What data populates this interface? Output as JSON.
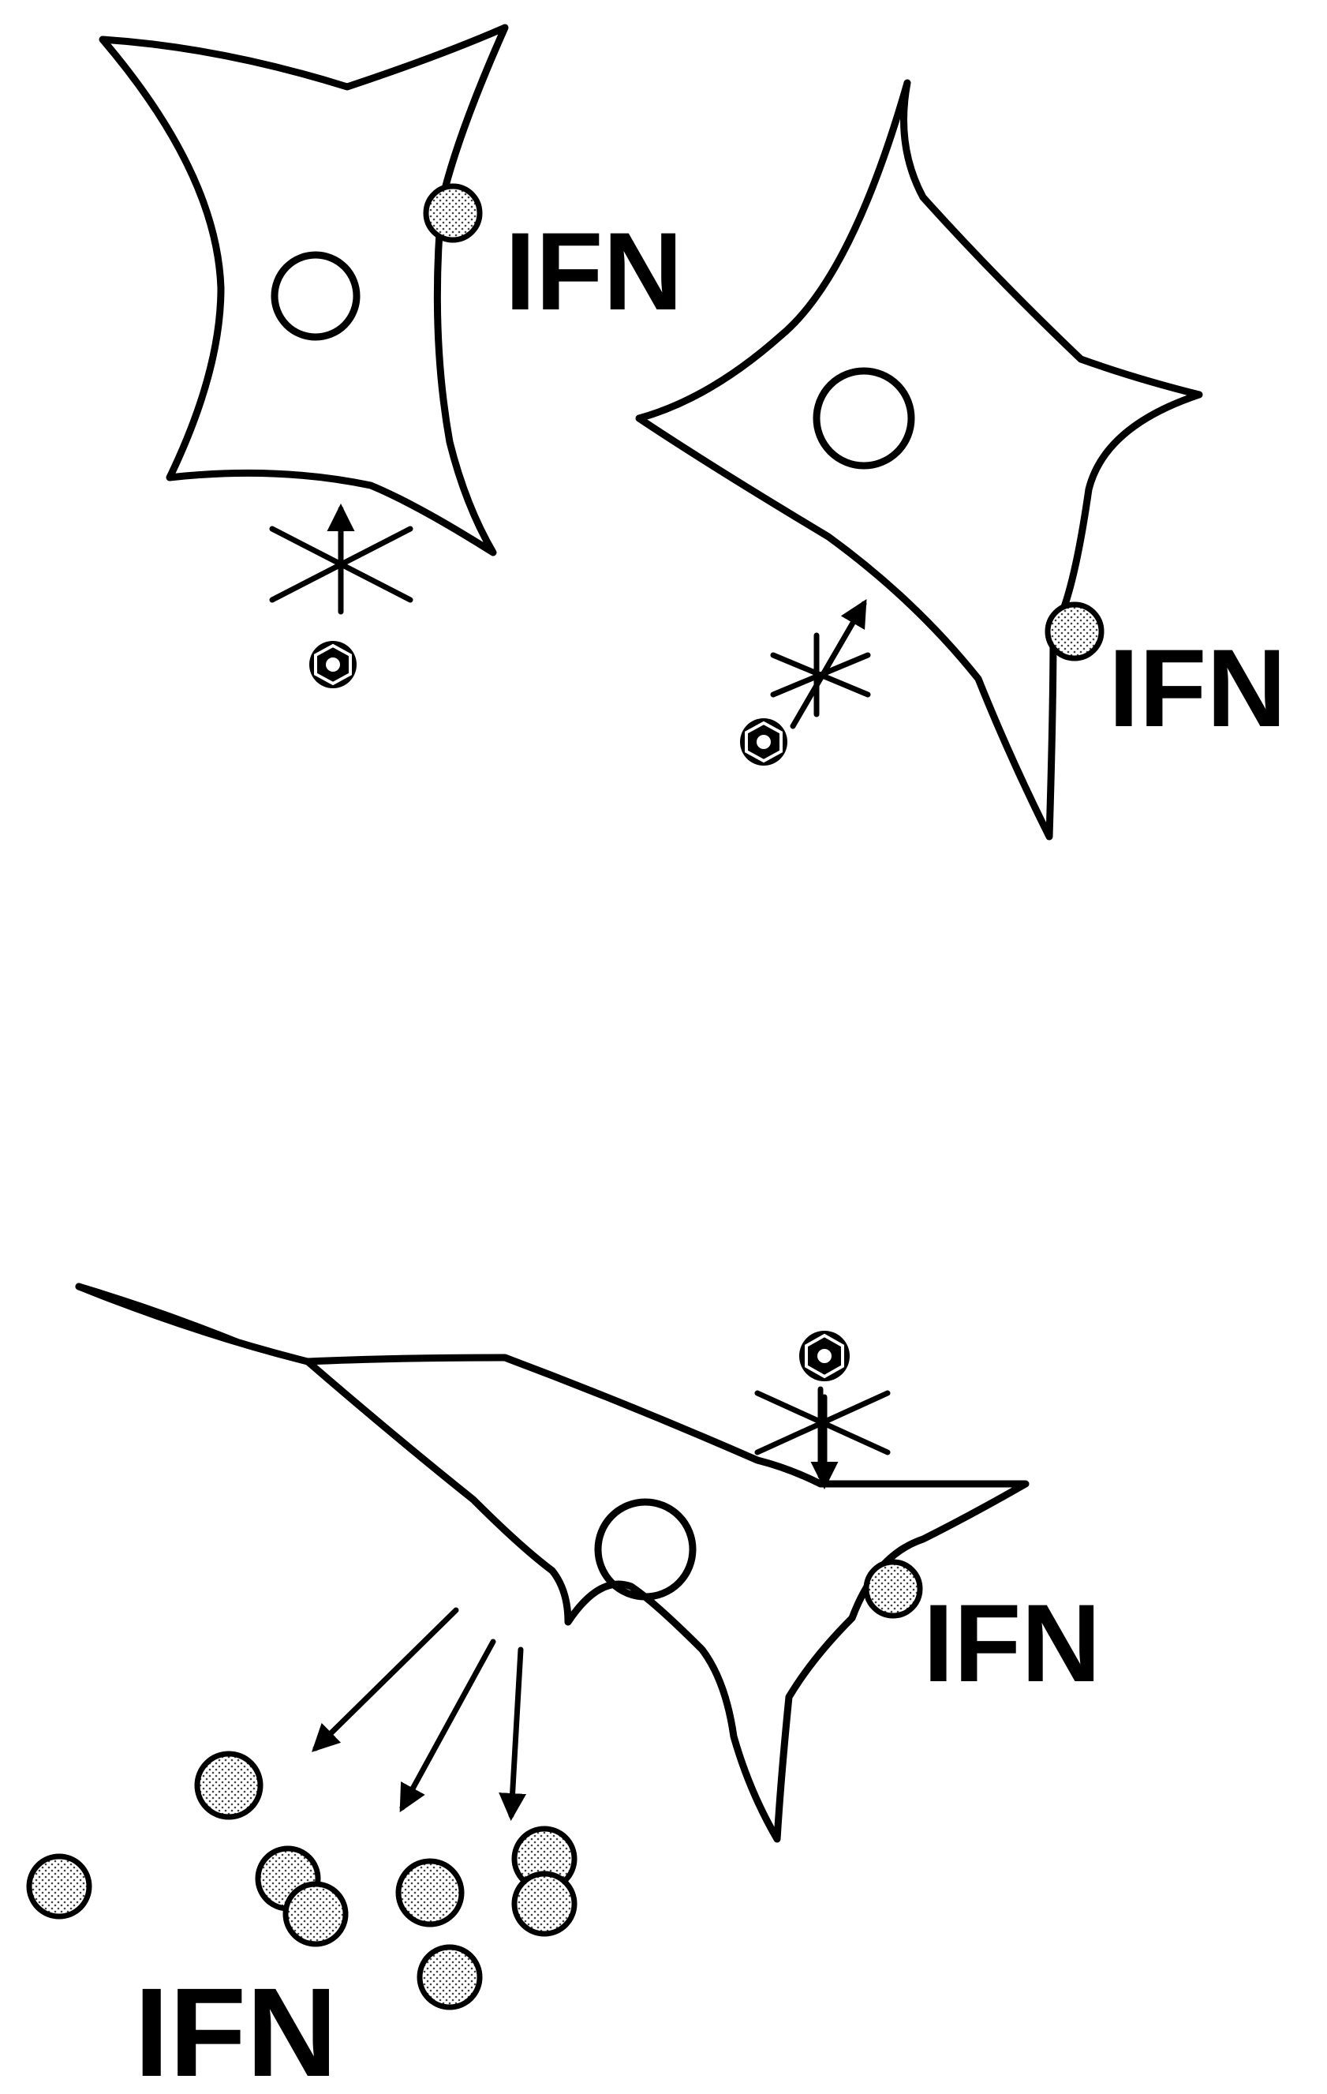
{
  "labels": {
    "cell1_ifn": "IFN",
    "cell2_ifn": "IFN",
    "cell3_ifn": "IFN",
    "released_ifn": "IFN"
  }
}
